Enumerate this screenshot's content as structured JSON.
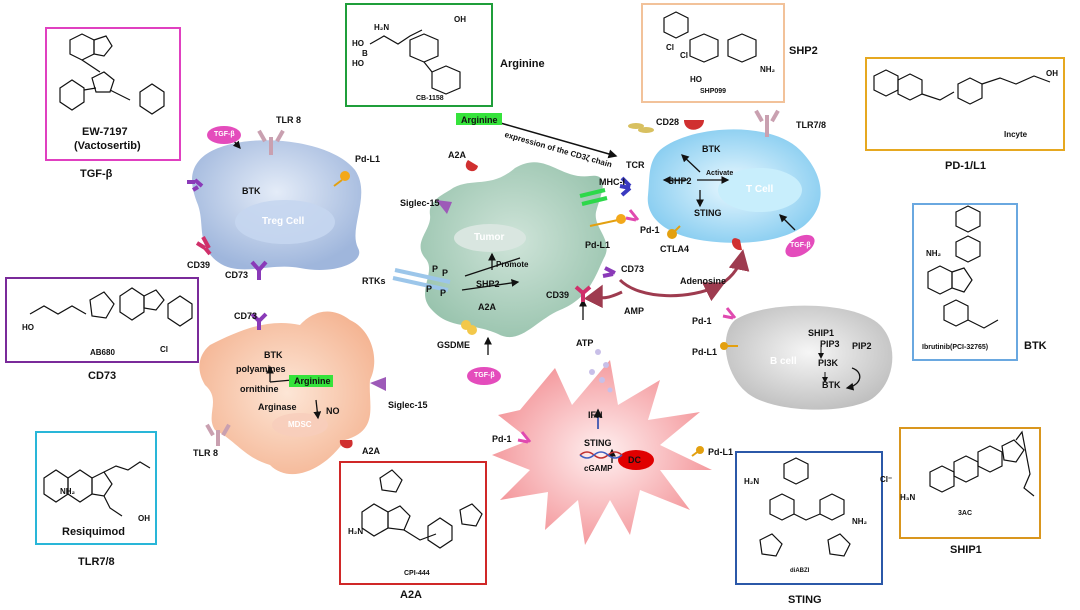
{
  "targets": {
    "tgfb": "TGF-β",
    "tlr78": "TLR7/8",
    "cd73": "CD73",
    "a2a": "A2A",
    "arginine": "Arginine",
    "shp2": "SHP2",
    "pd1l1": "PD-1/L1",
    "btk": "BTK",
    "ship1": "SHIP1",
    "sting": "STING"
  },
  "drugs": {
    "ew7197": "EW-7197",
    "vactosertib": "(Vactosertib)",
    "ab680": "AB680",
    "resiquimod": "Resiquimod",
    "cb1158": "CB-1158",
    "cpi444": "CPI-444",
    "shp099": "SHP099",
    "incyte": "Incyte",
    "ibrutinib": "Ibrutinib(PCI-32765)",
    "ac3": "3AC",
    "diabzi": "diABZI"
  },
  "cells": {
    "treg": "Treg Cell",
    "tumor": "Tumor",
    "tcell": "T Cell",
    "bcell": "B cell",
    "mdsc": "MDSC",
    "dc": "DC"
  },
  "labels": {
    "tgfb_badge": "TGF-β",
    "tlr8": "TLR 8",
    "pdl1": "Pd-L1",
    "btk": "BTK",
    "cd39": "CD39",
    "cd73": "CD73",
    "a2a": "A2A",
    "siglec15": "Siglec-15",
    "mhc1": "MHC-I",
    "pdl1_b": "Pd-L1",
    "rtks": "RTKs",
    "p": "P",
    "shp2": "SHP2",
    "promote": "Promote",
    "gsdme": "GSDME",
    "atp": "ATP",
    "amp": "AMP",
    "adenosine": "Adenosine",
    "arginine": "Arginine",
    "cd3_chain": "expression of the CD3ζ chain",
    "tcr": "TCR",
    "cd28": "CD28",
    "tlr78": "TLR7/8",
    "activate": "Activate",
    "sting": "STING",
    "pd1": "Pd-1",
    "ctla4": "CTLA4",
    "ship1": "SHIP1",
    "pip3": "PIP3",
    "pip2": "PIP2",
    "pi3k": "PI3K",
    "polyamines": "polyamines",
    "ornithine": "ornithine",
    "arginase": "Arginase",
    "no": "NO",
    "ifn": "IFN",
    "cgamp": "cGAMP"
  },
  "colors": {
    "tgfb_box": "#e040c0",
    "cd73_box": "#7a2a9a",
    "tlr78_box": "#29b6d8",
    "cb1158_box": "#1f9e3a",
    "cpi444_box": "#d02828",
    "shp099_box": "#f2c29a",
    "incyte_box": "#e6a820",
    "btk_box": "#6aa8e0",
    "ac3_box": "#d9961e",
    "diabzi_box": "#2b58a8"
  }
}
